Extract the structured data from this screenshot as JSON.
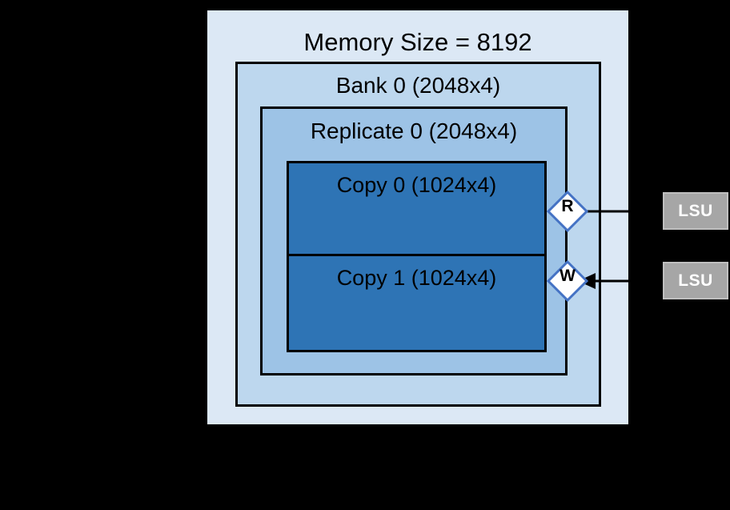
{
  "diagram": {
    "title": "Memory Size = 8192",
    "background_color": "#000000",
    "levels": {
      "memory": {
        "label": "Memory Size = 8192",
        "size": 8192,
        "fill_color": "#dce8f5"
      },
      "bank": {
        "label": "Bank 0 (2048x4)",
        "index": 0,
        "depth": 2048,
        "width_bits": 4,
        "fill_color": "#bdd7ee"
      },
      "replicate": {
        "label": "Replicate 0 (2048x4)",
        "index": 0,
        "depth": 2048,
        "width_bits": 4,
        "fill_color": "#9dc3e6"
      },
      "copies": [
        {
          "label": "Copy 0 (1024x4)",
          "index": 0,
          "depth": 1024,
          "width_bits": 4,
          "fill_color": "#2e74b5"
        },
        {
          "label": "Copy 1 (1024x4)",
          "index": 1,
          "depth": 1024,
          "width_bits": 4,
          "fill_color": "#2e74b5"
        }
      ]
    },
    "ports": [
      {
        "letter": "R",
        "name": "read-port",
        "direction": "out",
        "fill_color": "#ffffff",
        "border_color": "#4472c4"
      },
      {
        "letter": "W",
        "name": "write-port",
        "direction": "in",
        "fill_color": "#ffffff",
        "border_color": "#4472c4"
      }
    ],
    "units": [
      {
        "label": "LSU",
        "name": "lsu-read",
        "fill_color": "#a6a6a6",
        "text_color": "#ffffff"
      },
      {
        "label": "LSU",
        "name": "lsu-write",
        "fill_color": "#a6a6a6",
        "text_color": "#ffffff"
      }
    ]
  }
}
